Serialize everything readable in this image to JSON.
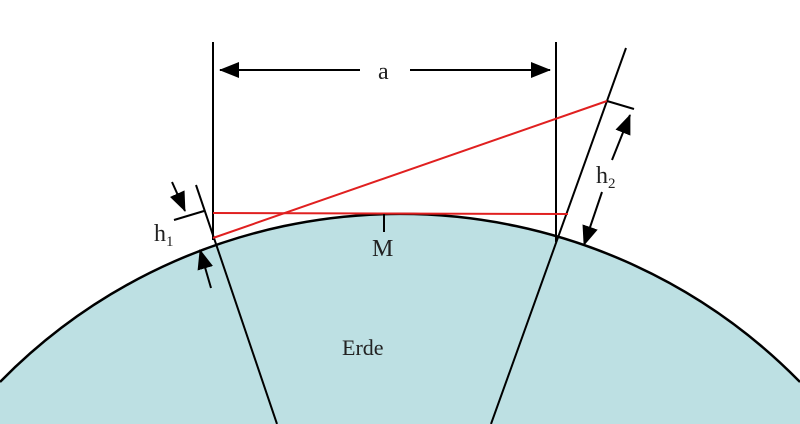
{
  "labels": {
    "a": "a",
    "h1": "h",
    "h1_sub": "1",
    "h2": "h",
    "h2_sub": "2",
    "m": "M",
    "earth": "Erde"
  },
  "colors": {
    "earth": "#bde0e3",
    "line": "#000000",
    "sight": "#e02020"
  }
}
